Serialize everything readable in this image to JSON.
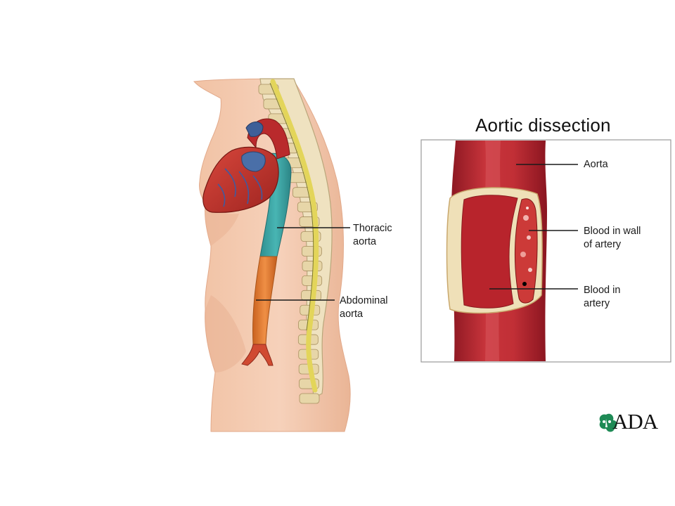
{
  "title": "Aortic dissection",
  "labels": {
    "thoracic": [
      "Thoracic",
      "aorta"
    ],
    "abdominal": [
      "Abdominal",
      "aorta"
    ],
    "aorta": [
      "Aorta"
    ],
    "wall": [
      "Blood in wall",
      "of artery"
    ],
    "artery": [
      "Blood in",
      "artery"
    ]
  },
  "logo": {
    "text": "ADA",
    "icon": "leaf-icon"
  },
  "colors": {
    "thoracic_aorta": "#3aa6a6",
    "abdominal_aorta": "#e07c38",
    "vessel_red": "#b3202b",
    "heart_red": "#c8372f",
    "skin": "#f4c9ad",
    "spinal_cord": "#e8e06a",
    "logo_green": "#1e8a55"
  }
}
